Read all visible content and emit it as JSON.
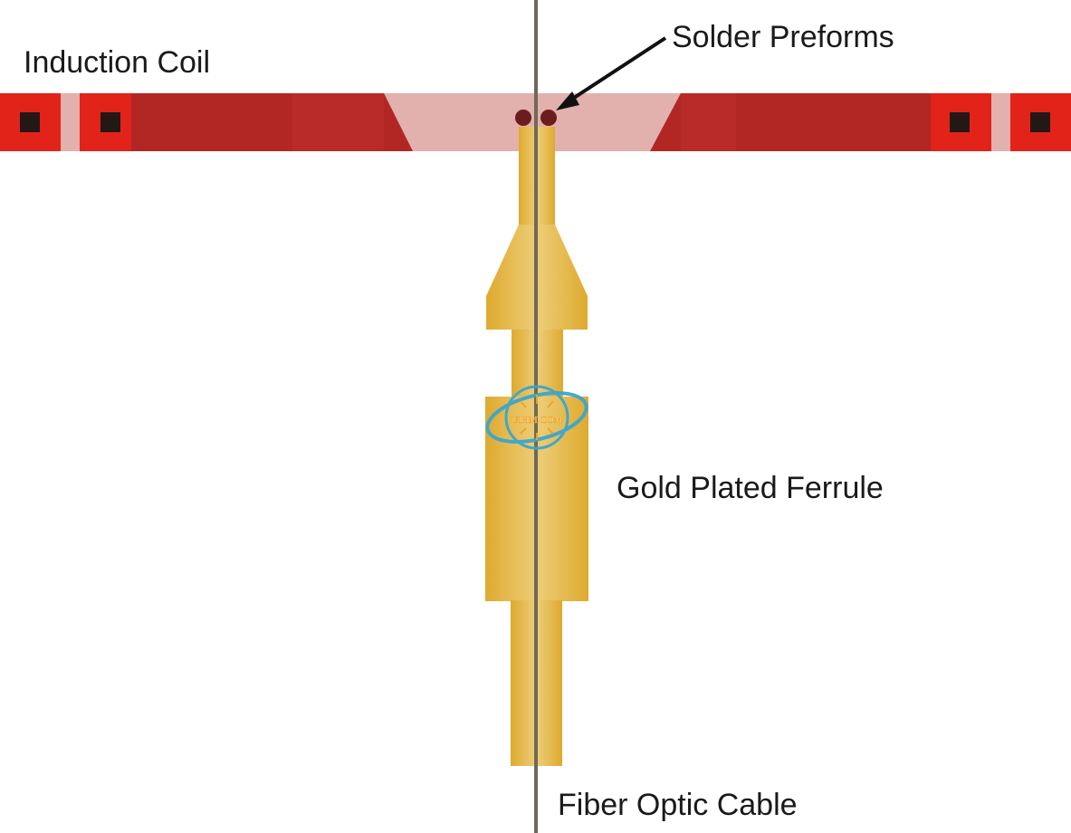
{
  "labels": {
    "induction_coil": "Induction Coil",
    "solder_preforms": "Solder Preforms",
    "gold_plated_ferrule": "Gold Plated Ferrule",
    "fiber_optic_cable": "Fiber Optic Cable"
  },
  "watermark": {
    "text": "UIHM.COM"
  },
  "colors": {
    "coil_bright_red": "#e2231a",
    "coil_dark_red": "#b22624",
    "coil_light_pink": "#e2b0ad",
    "coil_center_square": "#231815",
    "ferrule_gold": "#e3b13a",
    "ferrule_highlight": "#ecca72",
    "solder_ball": "#6b1d1d",
    "fiber_line": "#6e6a5a",
    "watermark_blue": "#3aa6cf",
    "watermark_orange": "#f0a41e"
  }
}
